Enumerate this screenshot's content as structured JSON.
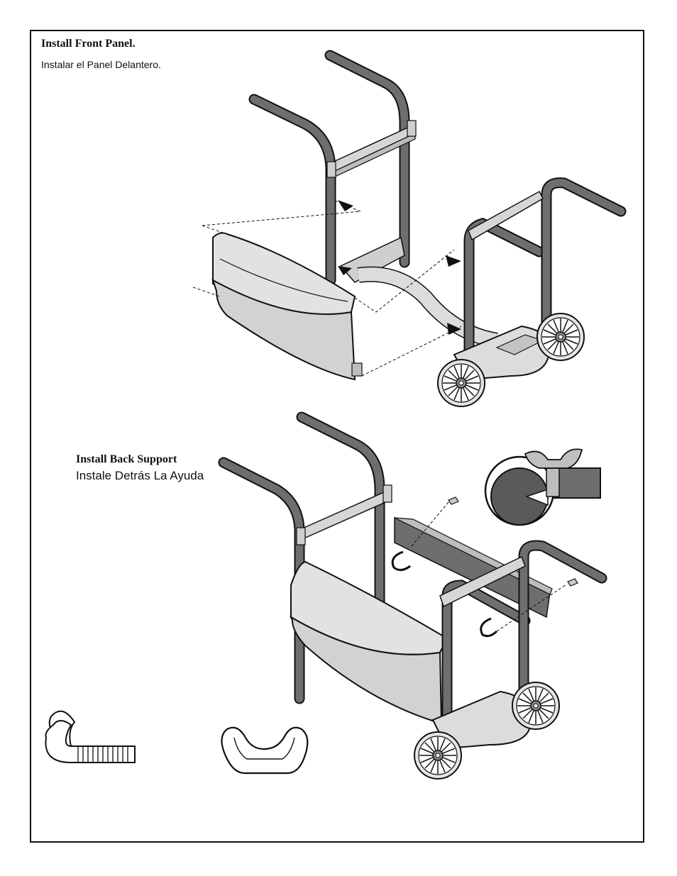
{
  "step_front": {
    "title": "Install Front Panel.",
    "subtitle": "Instalar el Panel Delantero."
  },
  "step_back": {
    "title": "Install Back Support",
    "subtitle": "Instale Detrás La Ayuda"
  },
  "colors": {
    "frame_border": "#111111",
    "tube_fill": "#6e6e6e",
    "panel_fill": "#d9d9d9",
    "metal_fill": "#bfbfbf",
    "ink": "#111111"
  },
  "icons": [
    "j-bolt-icon",
    "wing-nut-icon",
    "wheel-icon"
  ]
}
